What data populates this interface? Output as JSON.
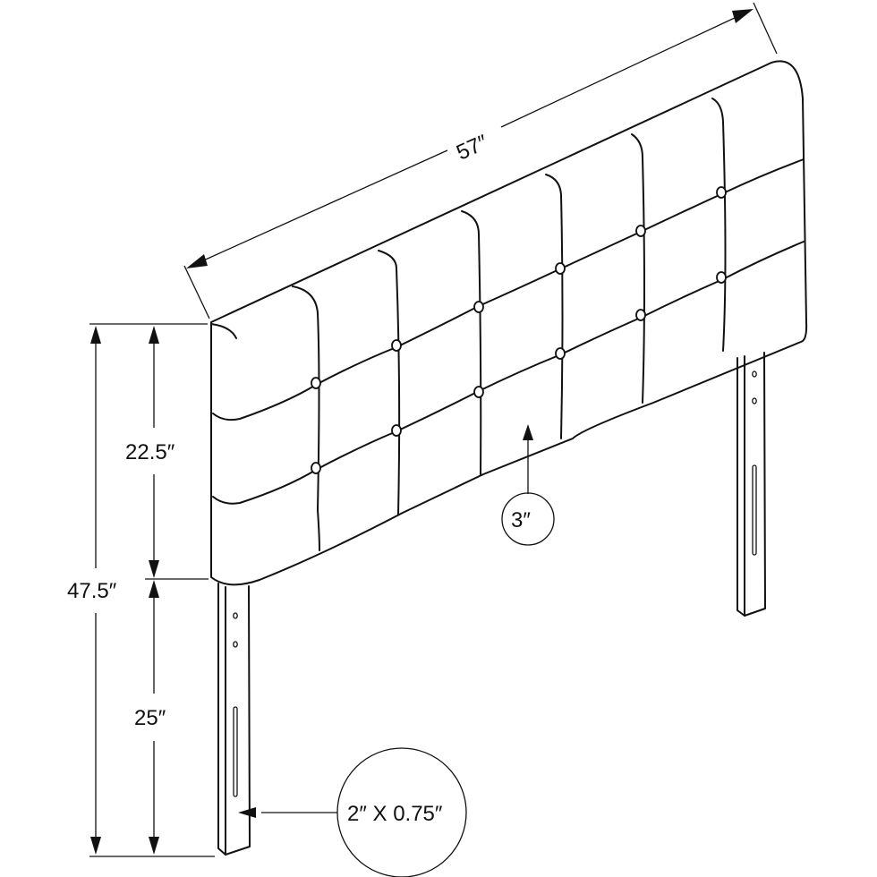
{
  "diagram": {
    "subject": "Tufted upholstered headboard with two legs",
    "dimensions": {
      "width": "57″",
      "panel_height": "22.5″",
      "overall_height": "47.5″",
      "leg_height": "25″",
      "panel_depth": "3″",
      "leg_section": "2″ X 0.75″"
    },
    "colors": {
      "line": "#111111",
      "background": "#ffffff"
    }
  }
}
